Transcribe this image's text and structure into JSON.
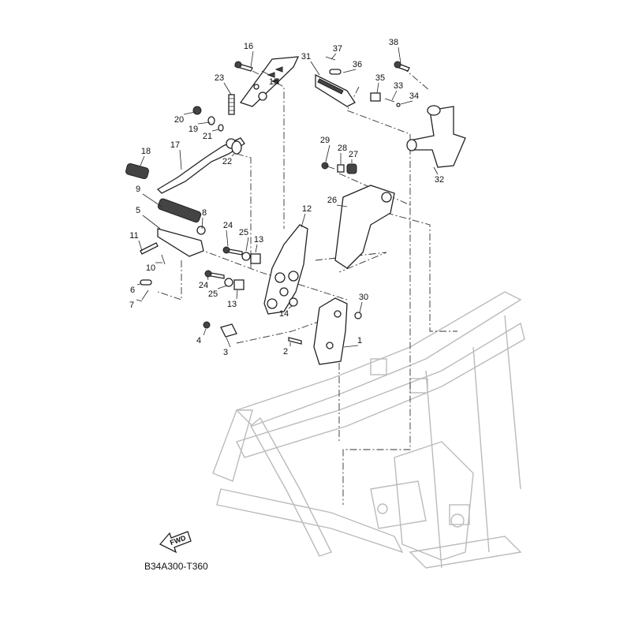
{
  "diagram_code": "B34A300-T360",
  "fwd_label": "FWD",
  "callouts": [
    "16",
    "15",
    "23",
    "31",
    "37",
    "36",
    "38",
    "35",
    "33",
    "34",
    "20",
    "19",
    "21",
    "17",
    "18",
    "22",
    "29",
    "28",
    "27",
    "32",
    "9",
    "26",
    "12",
    "5",
    "8",
    "24",
    "25",
    "13",
    "11",
    "10",
    "6",
    "24",
    "7",
    "25",
    "13",
    "14",
    "30",
    "4",
    "3",
    "2",
    "1"
  ]
}
